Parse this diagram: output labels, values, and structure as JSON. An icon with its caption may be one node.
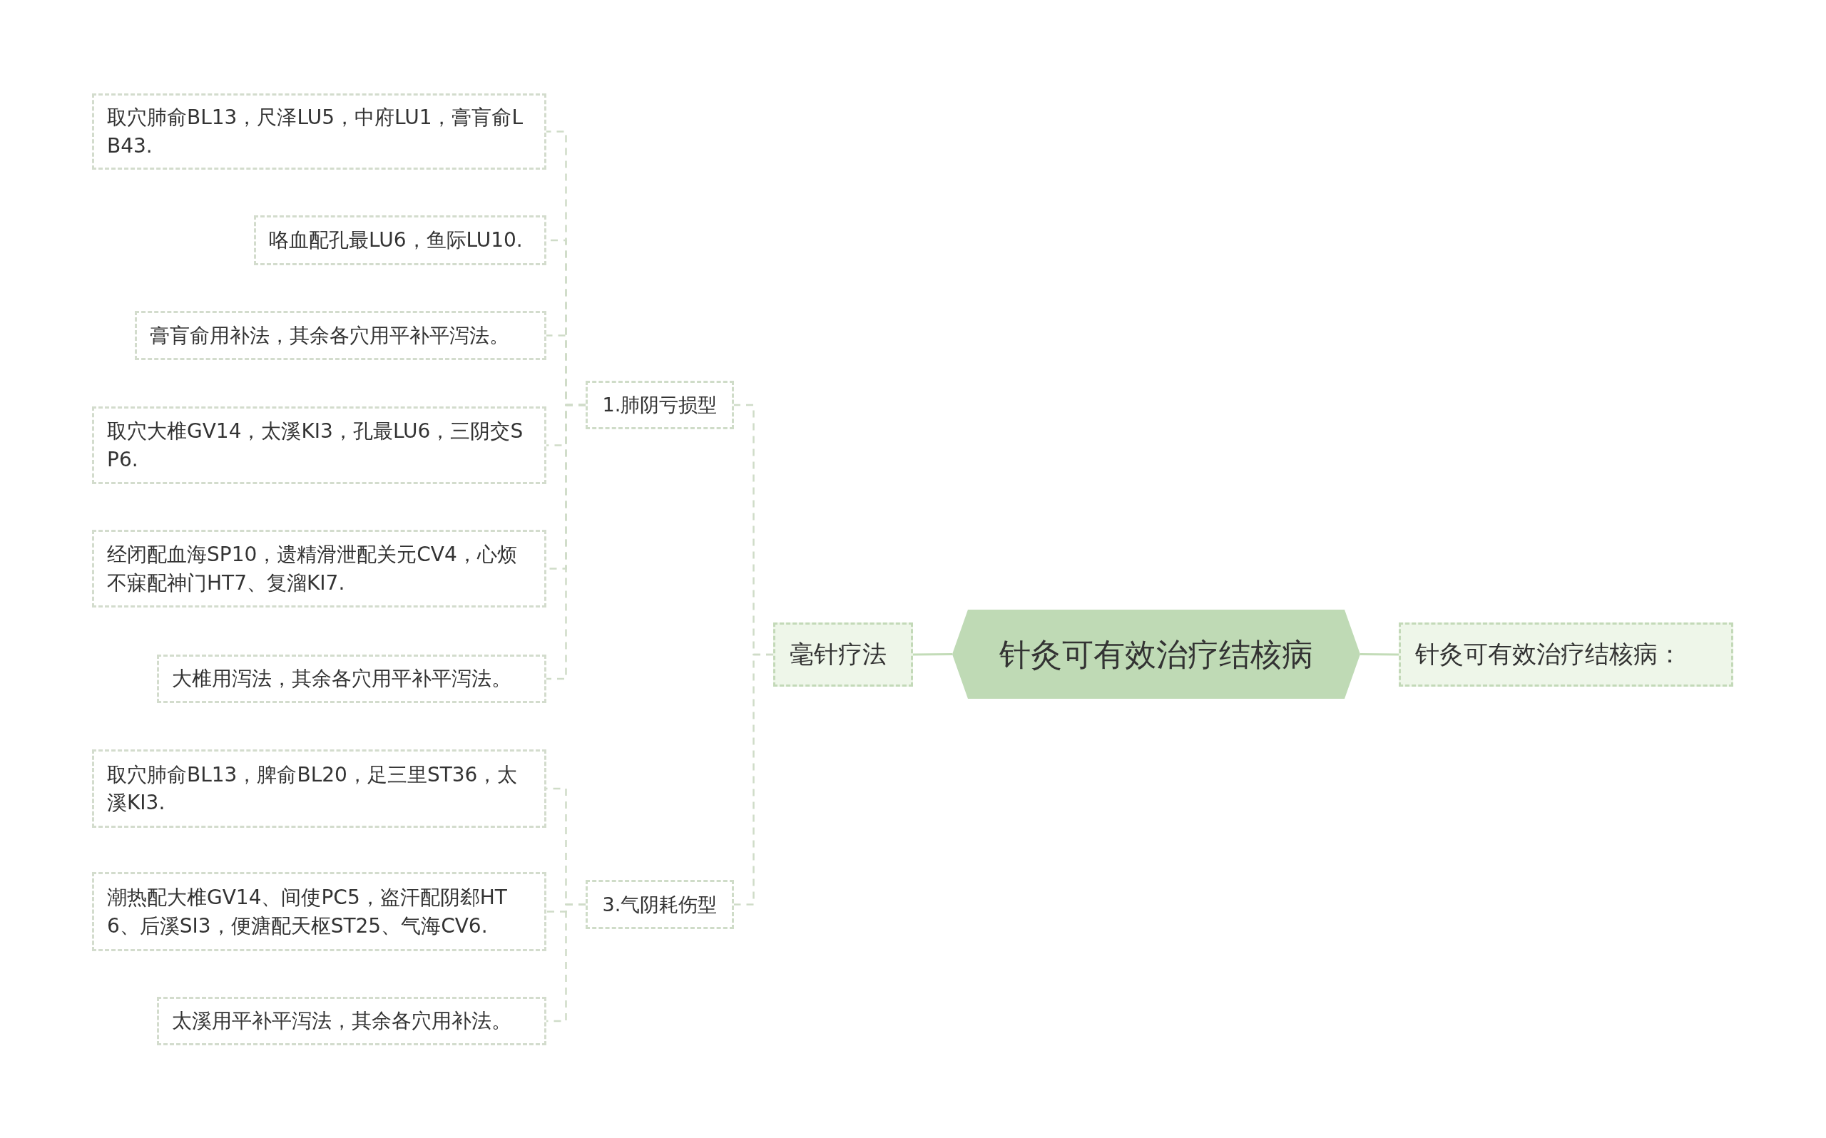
{
  "diagram": {
    "nodes": [
      {
        "text": [
          "针灸可有效治疗结核病"
        ]
      },
      {
        "text": [
          "针灸可有效治疗结核病："
        ]
      },
      {
        "text": [
          "毫针疗法"
        ]
      },
      {
        "text": [
          "1.肺阴亏损型"
        ]
      },
      {
        "text": [
          "取穴肺俞BL13，尺泽LU5，中府LU1，膏肓俞LB43."
        ]
      },
      {
        "text": [
          "咯血配孔最LU6，鱼际LU10."
        ]
      },
      {
        "text": [
          "膏肓俞用补法，其余各穴用平补平泻法。"
        ]
      },
      {
        "text": [
          "取穴大椎GV14，太溪KI3，孔最LU6，三阴交SP6."
        ]
      },
      {
        "text": [
          "经闭配血海SP10，遗精滑泄配关元CV4，心烦不寐配神门HT7、复溜KI7."
        ]
      },
      {
        "text": [
          "大椎用泻法，其余各穴用平补平泻法。"
        ]
      },
      {
        "text": [
          "3.气阴耗伤型"
        ]
      },
      {
        "text": [
          "取穴肺俞BL13，脾俞BL20，足三里ST36，太溪KI3."
        ]
      },
      {
        "text": [
          "潮热配大椎GV14、间使PC5，盗汗配阴郄HT6、后溪SI3，便溏配天枢ST25、气海CV6."
        ]
      },
      {
        "text": [
          "太溪用平补平泻法，其余各穴用补法。"
        ]
      }
    ],
    "edges": [
      {
        "from": 0,
        "to": 1,
        "arrow": "none"
      },
      {
        "from": 0,
        "to": 2,
        "arrow": "none"
      },
      {
        "from": 2,
        "to": 3,
        "arrow": "none",
        "style": "dashed"
      },
      {
        "from": 2,
        "to": 10,
        "arrow": "none",
        "style": "dashed"
      },
      {
        "from": 3,
        "to": 4,
        "arrow": "none",
        "style": "dashed"
      },
      {
        "from": 3,
        "to": 5,
        "arrow": "none",
        "style": "dashed"
      },
      {
        "from": 3,
        "to": 6,
        "arrow": "none",
        "style": "dashed"
      },
      {
        "from": 3,
        "to": 7,
        "arrow": "none",
        "style": "dashed"
      },
      {
        "from": 3,
        "to": 8,
        "arrow": "none",
        "style": "dashed"
      },
      {
        "from": 3,
        "to": 9,
        "arrow": "none",
        "style": "dashed"
      },
      {
        "from": 10,
        "to": 11,
        "arrow": "none",
        "style": "dashed"
      },
      {
        "from": 10,
        "to": 12,
        "arrow": "none",
        "style": "dashed"
      },
      {
        "from": 10,
        "to": 13,
        "arrow": "none",
        "style": "dashed"
      }
    ]
  }
}
